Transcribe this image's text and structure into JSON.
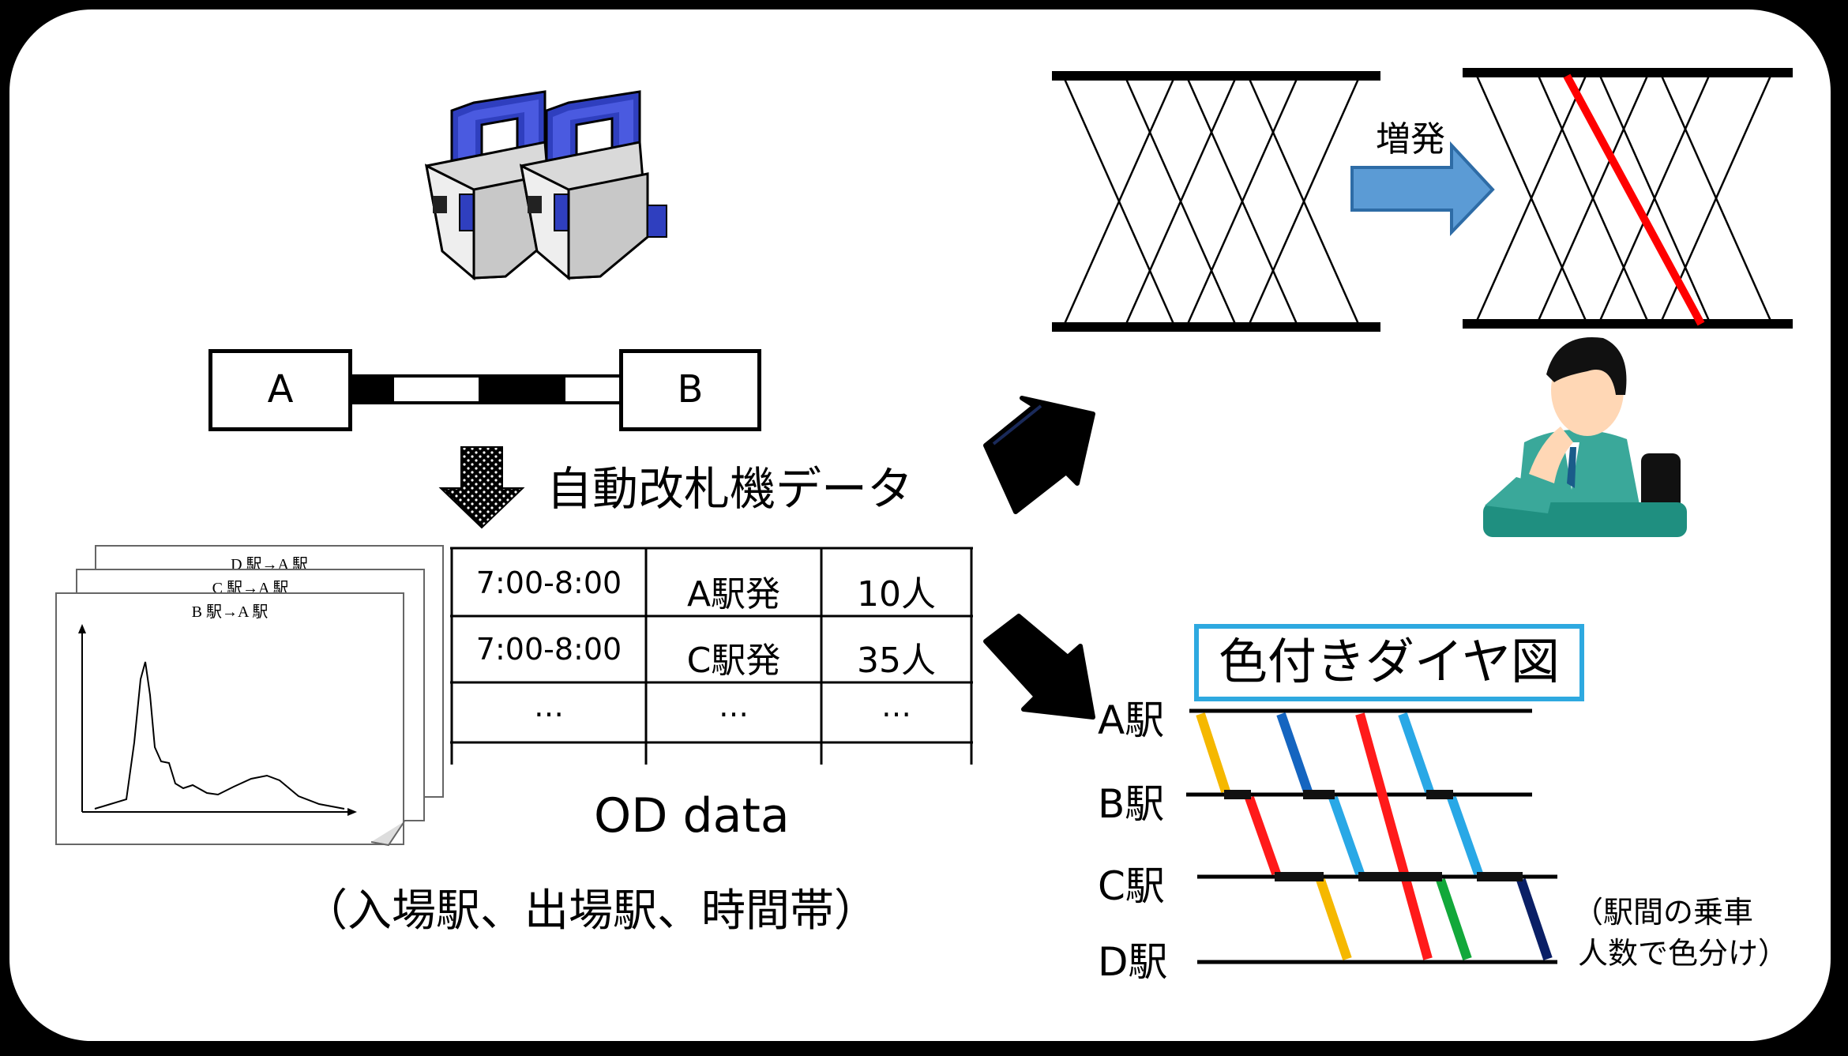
{
  "colors": {
    "gate_blue": "#2f3fbf",
    "arrow_blue": "#5b9bd5",
    "highlight_red": "#ff0000",
    "title_border": "#2ea9e0",
    "person_green": "#3aa89a",
    "diagram_colors": [
      "#f5b800",
      "#1565c0",
      "#ff1a1a",
      "#29a8e6",
      "#12a83a",
      "#0a1f66",
      "#111111"
    ]
  },
  "icons": {
    "gates": "ticket-gate-icon",
    "person": "thinking-person-icon",
    "dotted_arrow": "dotted-down-arrow-icon",
    "block_arrow": "blue-right-arrow-icon",
    "big_arrows": "black-arrow-icon"
  },
  "line_segment": {
    "station_a": "A",
    "station_b": "B"
  },
  "labels": {
    "gate_data": "自動改札機データ",
    "increase": "増発",
    "od_data": "OD data",
    "od_desc": "（入場駅、出場駅、時間帯）",
    "diagram_title": "色付きダイヤ図",
    "diagram_note_1": "（駅間の乗車",
    "diagram_note_2": "人数で色分け）"
  },
  "pages": [
    "D 駅→A 駅",
    "C 駅→A 駅",
    "B 駅→A 駅"
  ],
  "od_table": {
    "rows": [
      [
        "7:00-8:00",
        "A駅発",
        "10人"
      ],
      [
        "7:00-8:00",
        "C駅発",
        "35人"
      ],
      [
        "…",
        "…",
        "…"
      ]
    ]
  },
  "diagram_stations": [
    "A駅",
    "B駅",
    "C駅",
    "D駅"
  ]
}
